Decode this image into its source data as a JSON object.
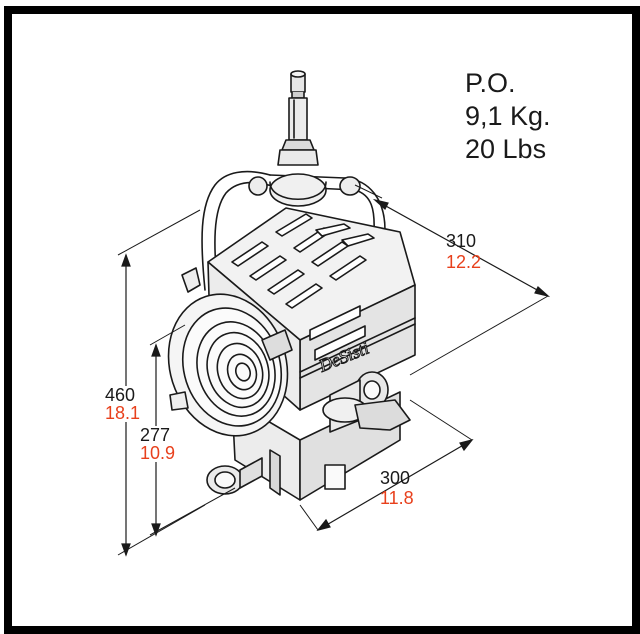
{
  "weight": {
    "label": "P.O.",
    "kg": "9,1 Kg.",
    "lbs": "20 Lbs"
  },
  "dimensions": {
    "depth": {
      "mm": "310",
      "inch": "12.2"
    },
    "height_total": {
      "mm": "460",
      "inch": "18.1"
    },
    "height_body": {
      "mm": "277",
      "inch": "10.9"
    },
    "width": {
      "mm": "300",
      "inch": "11.8"
    }
  },
  "product": {
    "logo_text": "DeSisti"
  },
  "colors": {
    "imperial": "#e8401c",
    "line": "#1a1a1a",
    "frame": "#000000"
  }
}
